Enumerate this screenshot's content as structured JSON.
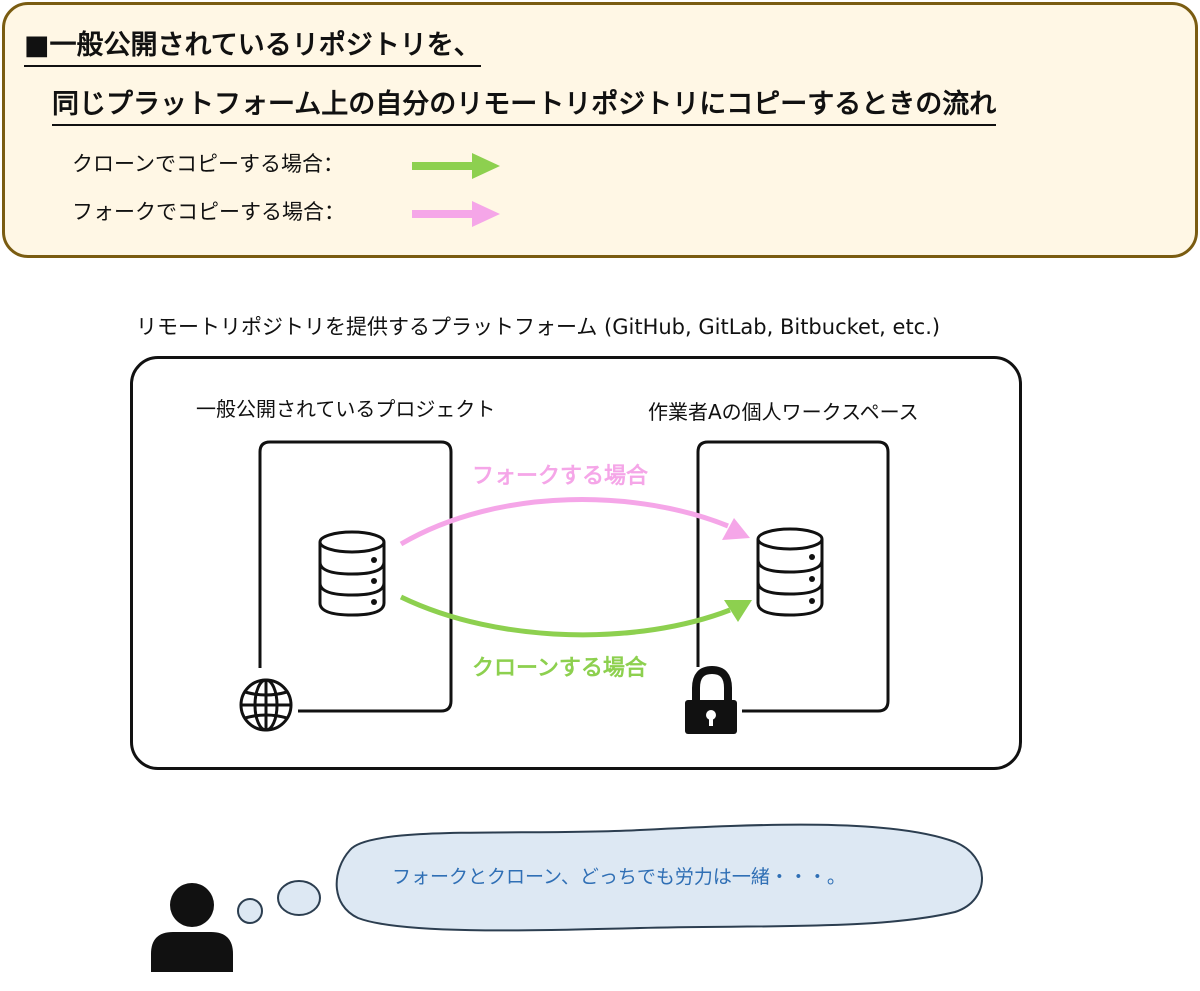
{
  "header": {
    "title_line1": "■一般公開されているリポジトリを、",
    "title_line2": "同じプラットフォーム上の自分のリモートリポジトリにコピーするときの流れ",
    "legend": {
      "clone_label": "クローンでコピーする場合：",
      "fork_label": "フォークでコピーする場合：",
      "clone_color": "#8dd04f",
      "fork_color": "#f5a6e8"
    }
  },
  "diagram": {
    "platform_label": "リモートリポジトリを提供するプラットフォーム (GitHub, GitLab, Bitbucket, etc.)",
    "public_project_label": "一般公開されているプロジェクト",
    "workspace_label": "作業者Aの個人ワークスペース",
    "fork_route_label": "フォークする場合",
    "clone_route_label": "クローンする場合",
    "icons": {
      "source": "database-icon",
      "target": "database-icon",
      "public": "globe-icon",
      "private": "lock-icon",
      "user": "person-icon"
    }
  },
  "thought": {
    "text": "フォークとクローン、どっちでも労力は一緒・・・。",
    "bubble_color": "#dde8f3",
    "text_color": "#2f6fb5"
  }
}
